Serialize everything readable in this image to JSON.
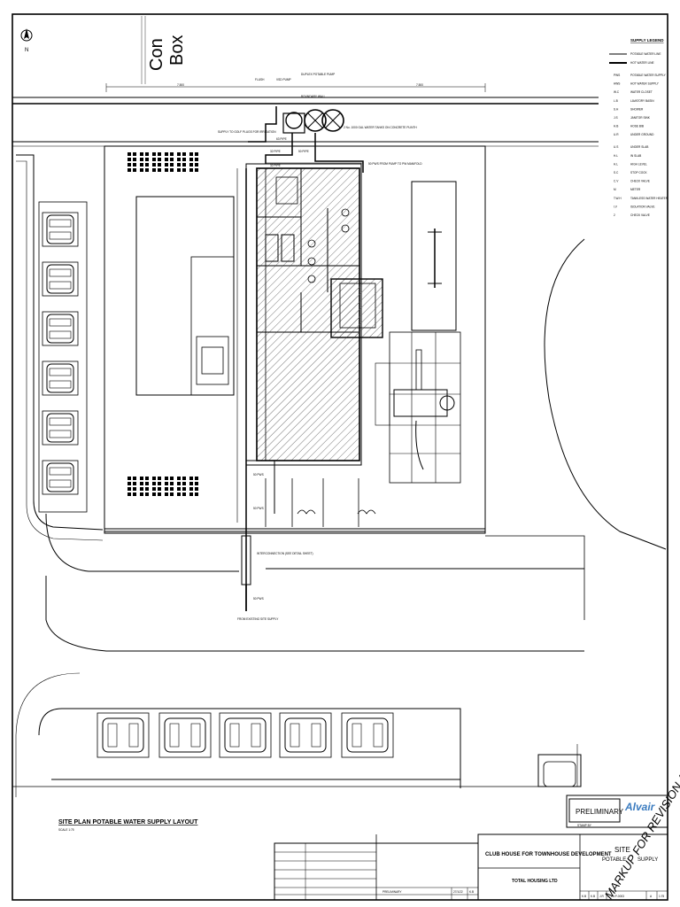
{
  "street_text": [
    "Con",
    "Box"
  ],
  "north": {
    "label": "N"
  },
  "boundary_wall": "BOUNDARY WALL",
  "dimensions": [
    "7.500",
    "7.500"
  ],
  "legend": {
    "title": "SUPPLY LEGEND",
    "lines": [
      {
        "label": "POTABLE WATER LINE"
      },
      {
        "label": "HOT WATER LINE"
      }
    ],
    "items": [
      {
        "abbr": "PWS",
        "label": "POTABLE WATER SUPPLY"
      },
      {
        "abbr": "HWS",
        "label": "HOT WATER SUPPLY"
      },
      {
        "abbr": "W.C",
        "label": "WATER CLOSET"
      },
      {
        "abbr": "L.B",
        "label": "LAVATORY BASIN"
      },
      {
        "abbr": "S.H",
        "label": "SHOWER"
      },
      {
        "abbr": "J.S",
        "label": "JANITOR SINK"
      },
      {
        "abbr": "H.B",
        "label": "HOSE BIB"
      },
      {
        "abbr": "U.R",
        "label": "UNDER GROUND"
      },
      {
        "abbr": "U.S",
        "label": "UNDER SLAB"
      },
      {
        "abbr": "H.L",
        "label": "IN SLAB"
      },
      {
        "abbr": "H.L",
        "label": "HIGH LEVEL"
      },
      {
        "abbr": "S.C",
        "label": "STOP COCK"
      },
      {
        "abbr": "C.V",
        "label": "CHECK VALVE"
      },
      {
        "abbr": "M",
        "label": "METER"
      },
      {
        "abbr": "T.W.H",
        "label": "TANKLESS WATER HEATER"
      },
      {
        "abbr": "I.V",
        "label": "ISOLATION VALVE"
      },
      {
        "abbr": "2",
        "label": "CHECK VALVE"
      }
    ]
  },
  "callouts": {
    "flush": "FLUSH",
    "vsd_pump": "VSD PUMP",
    "duplex_pump": "DUPLEX POTABLE PUMP",
    "tanks": "2 No. 1000 GAL WATER TANKS ON CONCRETE PLINTH",
    "supply_to_plugs": "SUPPLY TO GOLF PLUGS FOR IRRIGATION",
    "pipe_a": "63 PIPE",
    "pipe_b": "32 PIPE",
    "pipe_c": "50 PIPE",
    "pipe_d": "32 PIPE",
    "from_pump": "50 PWS FROM PUMP TO PW MANIFOLD",
    "pipe_e": "50 PWS",
    "pipe_f": "50 PWS",
    "interconnection": "INTERCONNECTION (SEE DETAIL SHEET)",
    "pipe_g": "50 PWS",
    "from_existing": "FROM EXISTING SITE SUPPLY"
  },
  "drawing_title": "SITE PLAN POTABLE WATER SUPPLY LAYOUT",
  "scale": "SCALE 1:75",
  "stamp": "PRELIMINARY",
  "stamp_sub": "STAMP BY",
  "company": "Alvair",
  "markup": "MARKUP FOR REVISION A",
  "title_block": {
    "project": "CLUB HOUSE FOR TOWNHOUSE DEVELOPMENT",
    "client": "TOTAL HOUSING LTD",
    "sheet_title_a": "SITE",
    "sheet_title_b": "POTABLE",
    "sheet_title_c": "SUPPLY",
    "rev_desc": "PRELIMINARY",
    "date": "27/1/22",
    "by": "K.B",
    "small_cells": [
      "K.B",
      "K.B",
      "J.R"
    ],
    "dwg_no": "20-P-0003",
    "rev": "A",
    "scale_cell": "1:75"
  }
}
